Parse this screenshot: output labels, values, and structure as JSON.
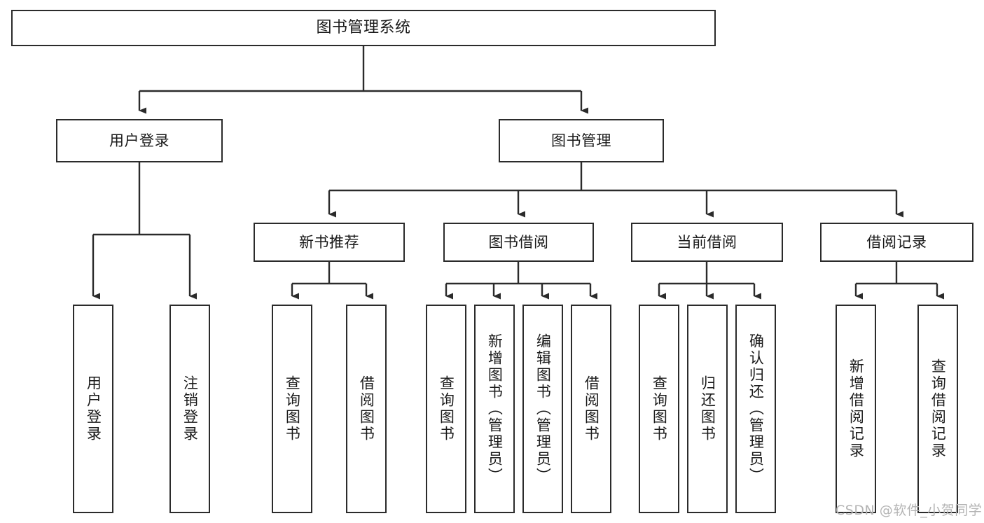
{
  "diagram": {
    "type": "tree",
    "title": "图书管理系统",
    "orientation": "top-down",
    "colors": {
      "box_border": "#2b2b2b",
      "box_fill": "#ffffff",
      "line": "#2b2b2b",
      "text": "#1a1a1a",
      "watermark": "#b4b4b4",
      "background": "#ffffff"
    },
    "root": {
      "label": "图书管理系统"
    },
    "level2": [
      {
        "label": "用户登录"
      },
      {
        "label": "图书管理"
      }
    ],
    "level3": [
      {
        "label": "新书推荐"
      },
      {
        "label": "图书借阅"
      },
      {
        "label": "当前借阅"
      },
      {
        "label": "借阅记录"
      }
    ],
    "leaves": {
      "user_login": [
        {
          "label": "用户登录"
        },
        {
          "label": "注销登录"
        }
      ],
      "new_book_recommend": [
        {
          "label": "查询图书"
        },
        {
          "label": "借阅图书"
        }
      ],
      "book_borrow": [
        {
          "label": "查询图书"
        },
        {
          "label": "新增图书（管理员）"
        },
        {
          "label": "编辑图书（管理员）"
        },
        {
          "label": "借阅图书"
        }
      ],
      "current_borrow": [
        {
          "label": "查询图书"
        },
        {
          "label": "归还图书"
        },
        {
          "label": "确认归还（管理员）"
        }
      ],
      "borrow_record": [
        {
          "label": "新增借阅记录"
        },
        {
          "label": "查询借阅记录"
        }
      ]
    }
  },
  "watermark": {
    "text": "CSDN @软件_小贺同学"
  }
}
